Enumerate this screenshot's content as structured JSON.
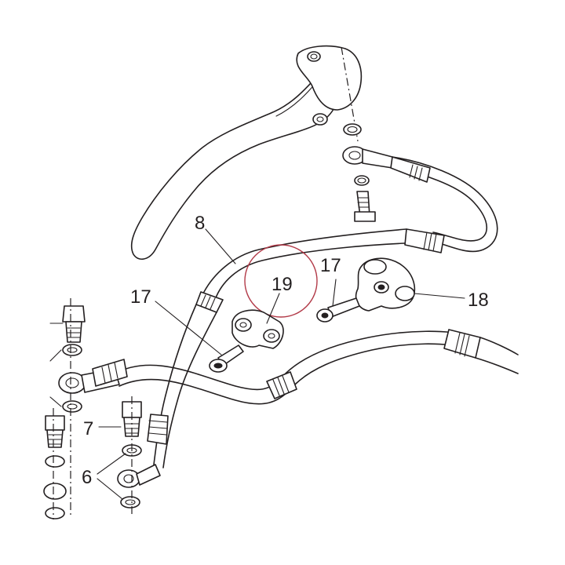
{
  "labels": {
    "hose_8": "8",
    "screw_17_left": "17",
    "screw_17_right": "17",
    "clamp_18": "18",
    "clamp_19": "19",
    "bolt_7": "7",
    "washer_6": "6"
  },
  "colors": {
    "line": "#231f20",
    "background": "#ffffff",
    "highlight_circle": "#b23a48"
  }
}
